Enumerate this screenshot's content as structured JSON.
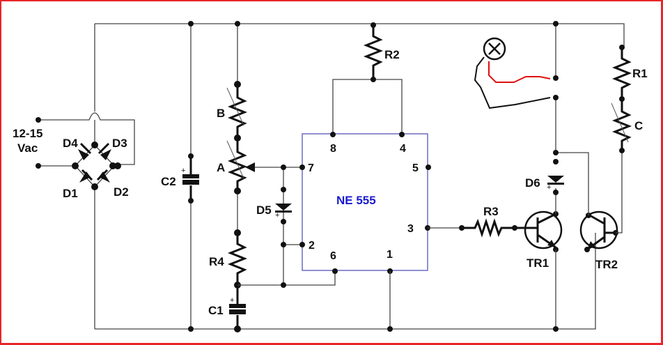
{
  "diagram": {
    "title": "NE555 lamp flasher / dimmer circuit schematic",
    "border_color": "#e8262a",
    "wire_color": "#444444",
    "chip_outline_color": "#5555bb",
    "chip_label_color": "#1a1ad0",
    "lamp_wire_color": "#e01010",
    "supply": {
      "label_line1": "12-15",
      "label_line2": "Vac"
    },
    "bridge": {
      "diodes": [
        "D4",
        "D3",
        "D1",
        "D2"
      ]
    },
    "components": {
      "c2": "C2",
      "pot_b": "B",
      "pot_a": "A",
      "d5": "D5",
      "r4": "R4",
      "c1": "C1",
      "r2": "R2",
      "r3": "R3",
      "d6": "D6",
      "tr1": "TR1",
      "tr2": "TR2",
      "r1": "R1",
      "pot_c": "C",
      "lamp": "X"
    },
    "ic": {
      "label": "NE 555",
      "pins": {
        "p8": "8",
        "p4": "4",
        "p7": "7",
        "p5": "5",
        "p3": "3",
        "p2": "2",
        "p6": "6",
        "p1": "1"
      }
    },
    "polarity_mark": "+"
  }
}
